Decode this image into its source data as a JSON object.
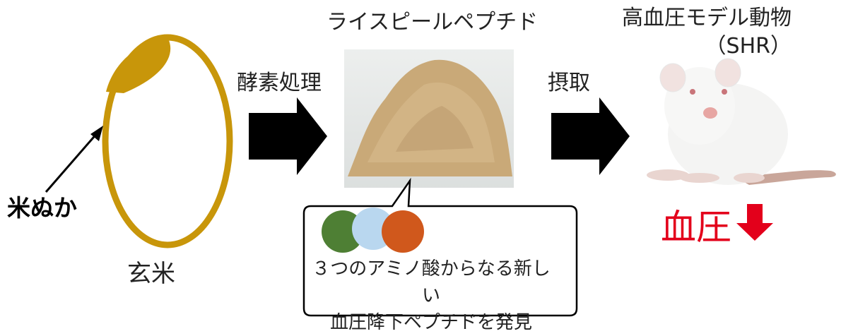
{
  "peptide_title": "ライスピールペプチド",
  "animal_title_line1": "高血圧モデル動物",
  "animal_title_line2": "（SHR）",
  "step_enzyme": "酵素処理",
  "step_intake": "摂取",
  "rice_bran_label": "米ぬか",
  "brown_rice_label": "玄米",
  "blood_pressure_label": "血圧",
  "discovery_line1": "３つのアミノ酸からなる新しい",
  "discovery_line2": "血圧降下ペプチドを発見",
  "colors": {
    "rice_outline": "#c8960a",
    "amino_green": "#4e7f34",
    "amino_blue": "#b9d7ef",
    "amino_orange": "#d0581c",
    "down_arrow": "#e3001b",
    "powder": "#c9a978"
  },
  "icons": [
    "rice-grain-icon",
    "rice-powder-photo",
    "rat-photo",
    "down-arrow-icon"
  ]
}
